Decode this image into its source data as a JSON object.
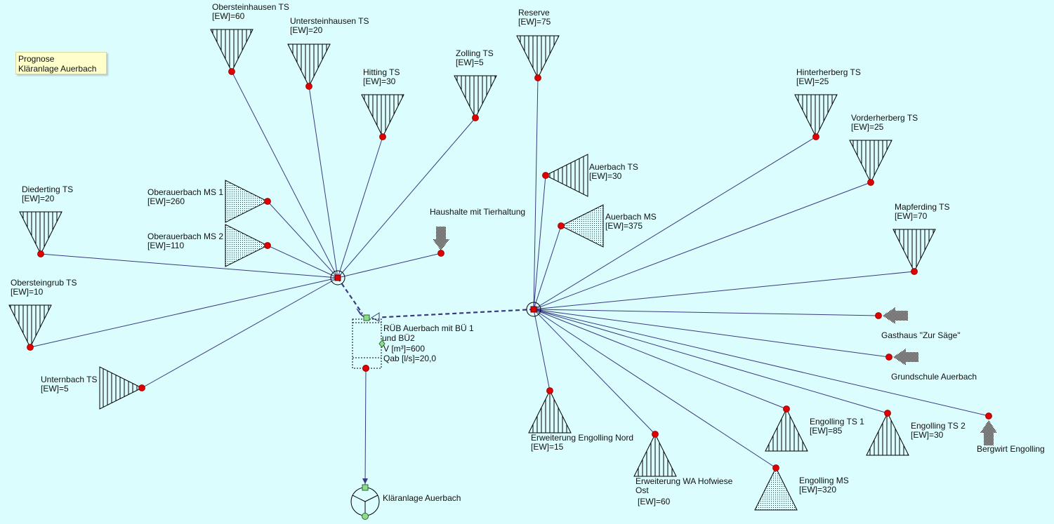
{
  "note": {
    "line1": "Prognose",
    "line2": "Kläranlage Auerbach"
  },
  "colors": {
    "background": "#dbfdfd",
    "node": "#e00000",
    "edge": "#3a3a80",
    "port": "#8fdc8f"
  },
  "nodes": [
    {
      "name": "Obersteinhausen TS",
      "ew": "[EW]=60"
    },
    {
      "name": "Untersteinhausen TS",
      "ew": "[EW]=20"
    },
    {
      "name": "Hitting TS",
      "ew": "[EW]=30"
    },
    {
      "name": "Zolling TS",
      "ew": "[EW]=5"
    },
    {
      "name": "Reserve",
      "ew": "[EW]=75"
    },
    {
      "name": "Hinterherberg TS",
      "ew": "[EW]=25"
    },
    {
      "name": "Vorderherberg TS",
      "ew": "[EW]=25"
    },
    {
      "name": "Mapferding TS",
      "ew": "[EW]=70"
    },
    {
      "name": "Diederting TS",
      "ew": "[EW]=20"
    },
    {
      "name": "Obersteingrub TS",
      "ew": "[EW]=10"
    },
    {
      "name": "Oberauerbach MS 1",
      "ew": "[EW]=260"
    },
    {
      "name": "Oberauerbach MS 2",
      "ew": "[EW]=110"
    },
    {
      "name": "Auerbach TS",
      "ew": "[EW]=30"
    },
    {
      "name": "Auerbach MS",
      "ew": "[EW]=375"
    },
    {
      "name": "Unternbach TS",
      "ew": "[EW]=5"
    },
    {
      "name": "Erweiterung Engolling Nord",
      "ew": "[EW]=15"
    },
    {
      "name": "Erweiterung WA Hofwiese",
      "name2": "Ost",
      "ew": "[EW]=60"
    },
    {
      "name": "Engolling TS 1",
      "ew": "[EW]=85"
    },
    {
      "name": "Engolling MS",
      "ew": "[EW]=320"
    },
    {
      "name": "Engolling TS 2",
      "ew": "[EW]=30"
    },
    {
      "name": "Haushalte mit Tierhaltung"
    },
    {
      "name": "Gasthaus \"Zur Säge\""
    },
    {
      "name": "Grundschule Auerbach"
    },
    {
      "name": "Bergwirt Engolling"
    }
  ],
  "rub": {
    "line1": "RÜB Auerbach mit BÜ 1",
    "line2": "und BÜ2",
    "volume": "V [m³]=600",
    "qab": "Qab [l/s]=20,0"
  },
  "plant": {
    "name": "Kläranlage Auerbach"
  }
}
